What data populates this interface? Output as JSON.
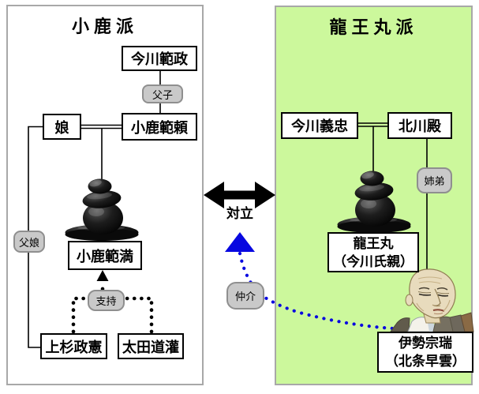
{
  "left_panel": {
    "title": "小鹿派",
    "boxes": {
      "imagawa_norimasa": "今川範政",
      "musume": "娘",
      "oshika_noriyori": "小鹿範頼",
      "oshika_norimitsu": "小鹿範満",
      "uesugi_masanori": "上杉政憲",
      "ota_dokan": "太田道灌"
    },
    "labels": {
      "fushi": "父子",
      "fujo": "父娘",
      "shiji": "支持"
    }
  },
  "right_panel": {
    "title": "龍王丸派",
    "boxes": {
      "imagawa_yoshitada": "今川義忠",
      "kitagawa_dono": "北川殿",
      "ryuomaru": {
        "line1": "龍王丸",
        "line2": "（今川氏親）"
      },
      "ise_sozui": {
        "line1": "伊勢宗瑞",
        "line2": "（北条早雲）"
      }
    },
    "labels": {
      "shitei": "姉弟",
      "chukai": "仲介"
    }
  },
  "center": {
    "conflict": "対立"
  },
  "icons": {
    "conflict_arrow": "black-double-headed-arrow",
    "mediation_arrow": "blue-up-triangle-with-blue-dotted-curve",
    "support_arrow": "black-dotted-arrow-up",
    "person_silhouette": "black-glossy-bust",
    "ise_sozui_portrait": "monk-painting"
  },
  "colors": {
    "panel_green": "#ccf89c",
    "panel_border": "#a8a8a8",
    "box_border": "#000000",
    "label_fill": "#c9c9c9",
    "label_border": "#8f8f8f",
    "line_black": "#000000",
    "accent_blue": "#0808e0"
  }
}
